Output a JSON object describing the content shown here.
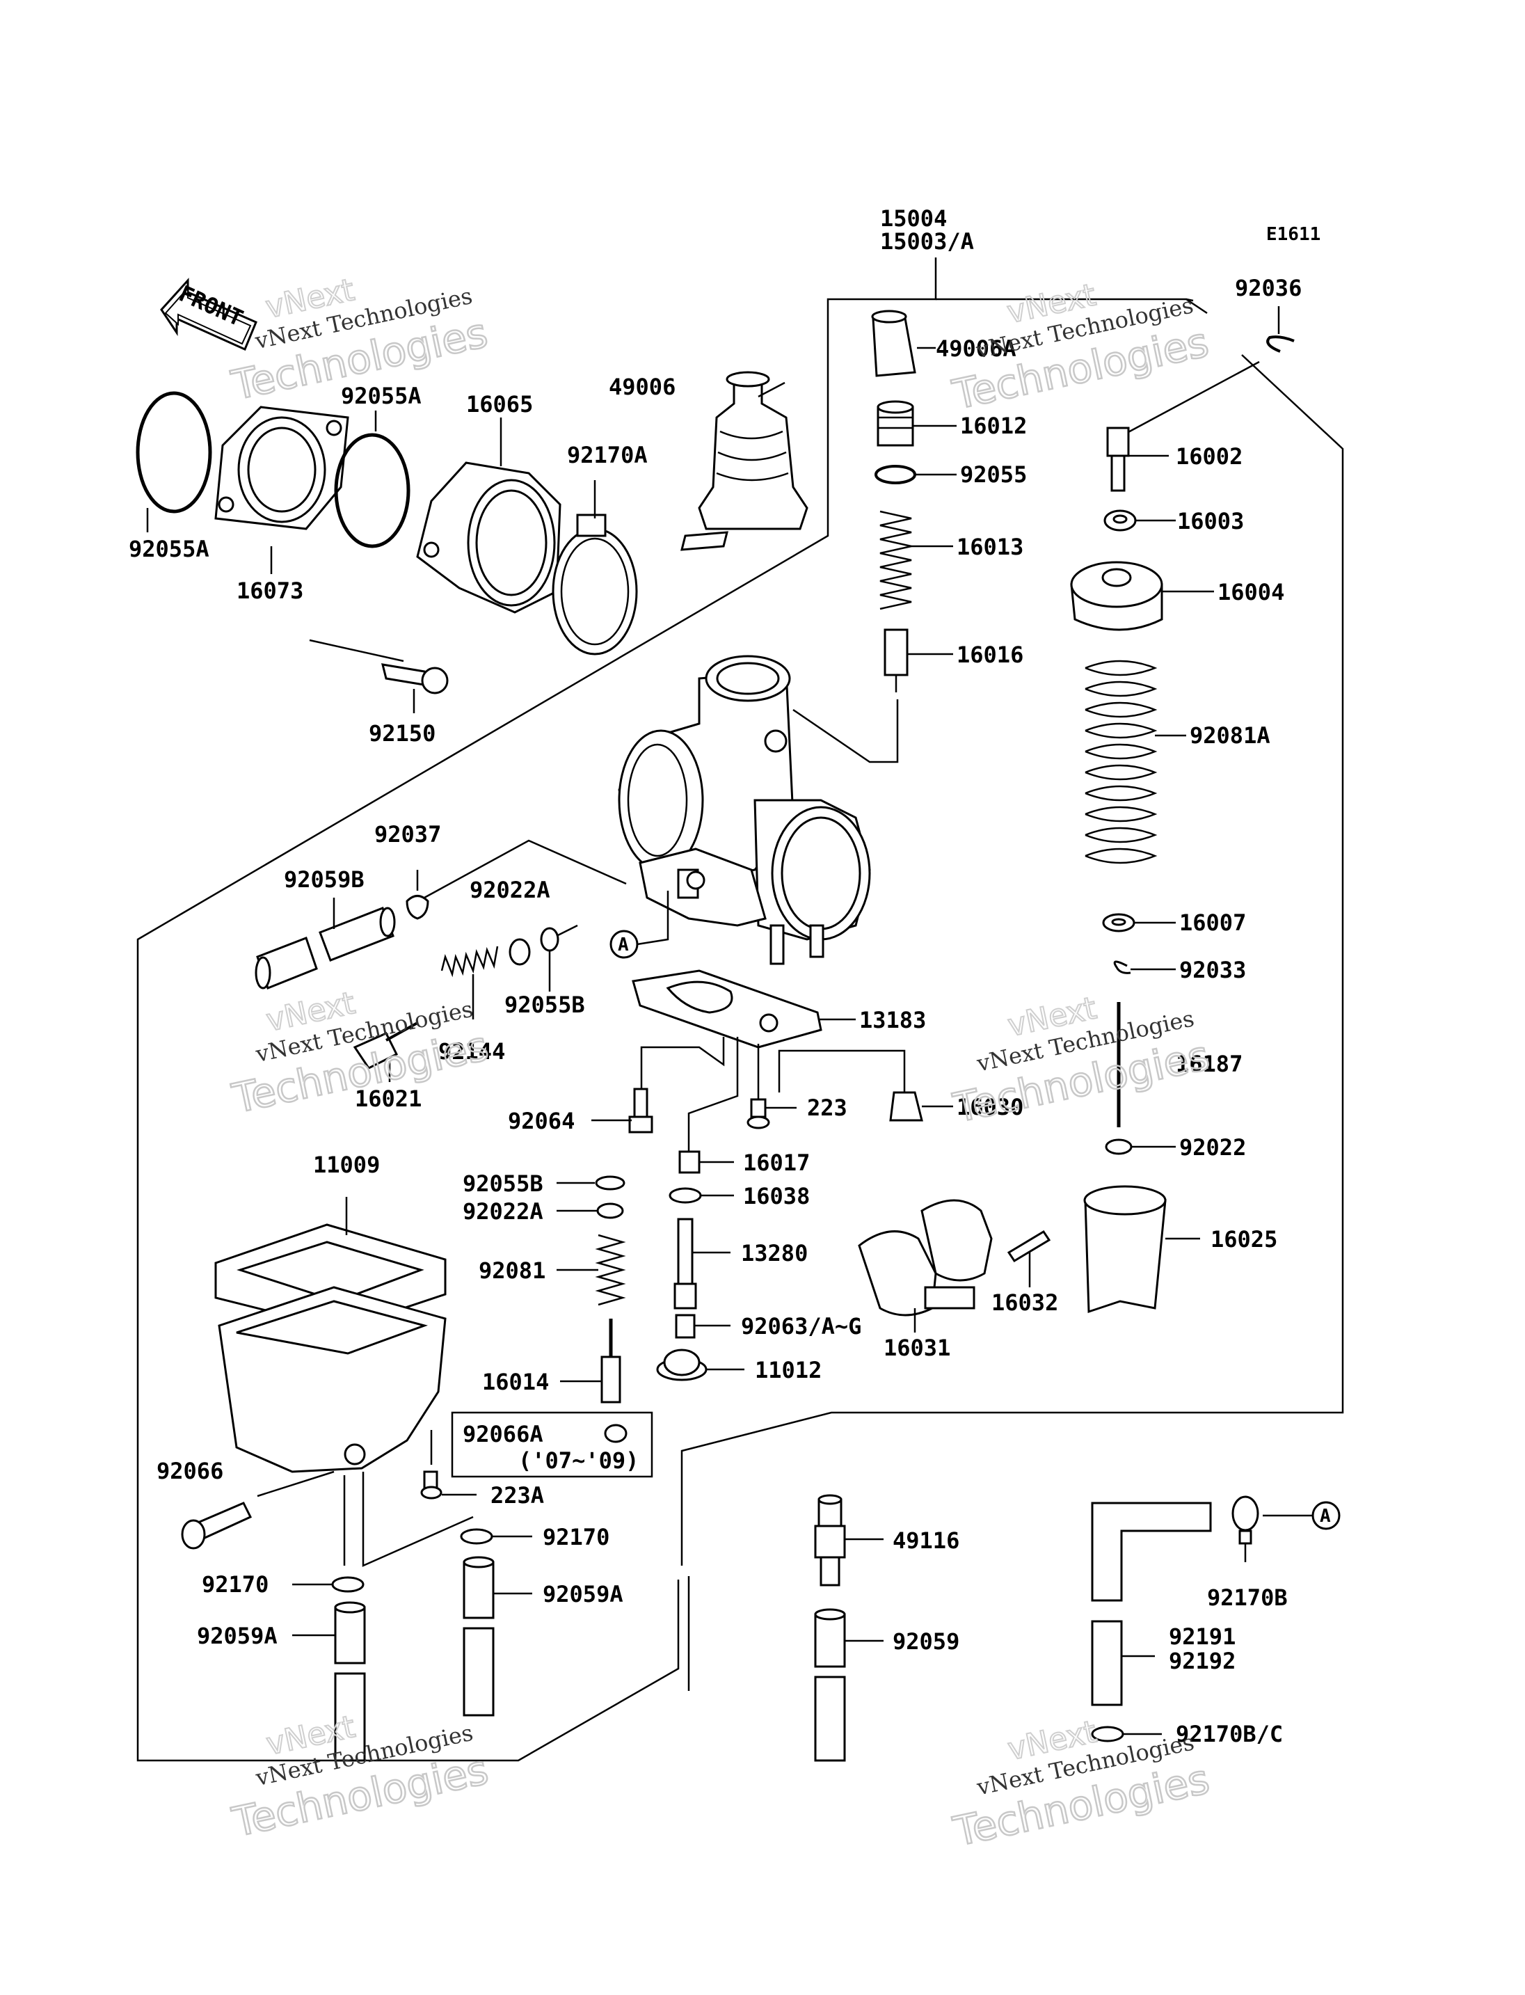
{
  "diagram_id": "E1611",
  "front_label": "FRONT",
  "watermark": {
    "line1": "vNext Technologies",
    "line2": "Technologies",
    "line3": "vNext"
  },
  "a_marker": "A",
  "labels": {
    "p15004": "15004",
    "p15003a": "15003/A",
    "p92036": "92036",
    "p49006a": "49006A",
    "p49006": "49006",
    "p16012": "16012",
    "p92055": "92055",
    "p16002": "16002",
    "p16003": "16003",
    "p16013": "16013",
    "p16004": "16004",
    "p16016": "16016",
    "p92081a": "92081A",
    "p92055a_top": "92055A",
    "p16065": "16065",
    "p92170a": "92170A",
    "p92055a_left": "92055A",
    "p16073": "16073",
    "p92150": "92150",
    "p92037": "92037",
    "p92059b": "92059B",
    "p92022a": "92022A",
    "p92055b": "92055B",
    "p92144": "92144",
    "p16021": "16021",
    "p13183": "13183",
    "p16007": "16007",
    "p92033": "92033",
    "p16187": "16187",
    "p92064": "92064",
    "p223": "223",
    "p16030": "16030",
    "p92022": "92022",
    "p11009": "11009",
    "p92055b2": "92055B",
    "p16017": "16017",
    "p92022a2": "92022A",
    "p16038": "16038",
    "p16025": "16025",
    "p92081": "92081",
    "p13280": "13280",
    "p16032": "16032",
    "p92063": "92063/A~G",
    "p16031": "16031",
    "p16014": "16014",
    "p11012": "11012",
    "p92066a": "92066A",
    "p9266a_years": "('07~'09)",
    "p92066": "92066",
    "p223a": "223A",
    "p92170_mid": "92170",
    "p49116": "49116",
    "p92170b": "92170B",
    "p92170_left": "92170",
    "p92059a_mid": "92059A",
    "p92059a_left": "92059A",
    "p92059": "92059",
    "p92191": "92191",
    "p92192": "92192",
    "p92170bc": "92170B/C"
  }
}
